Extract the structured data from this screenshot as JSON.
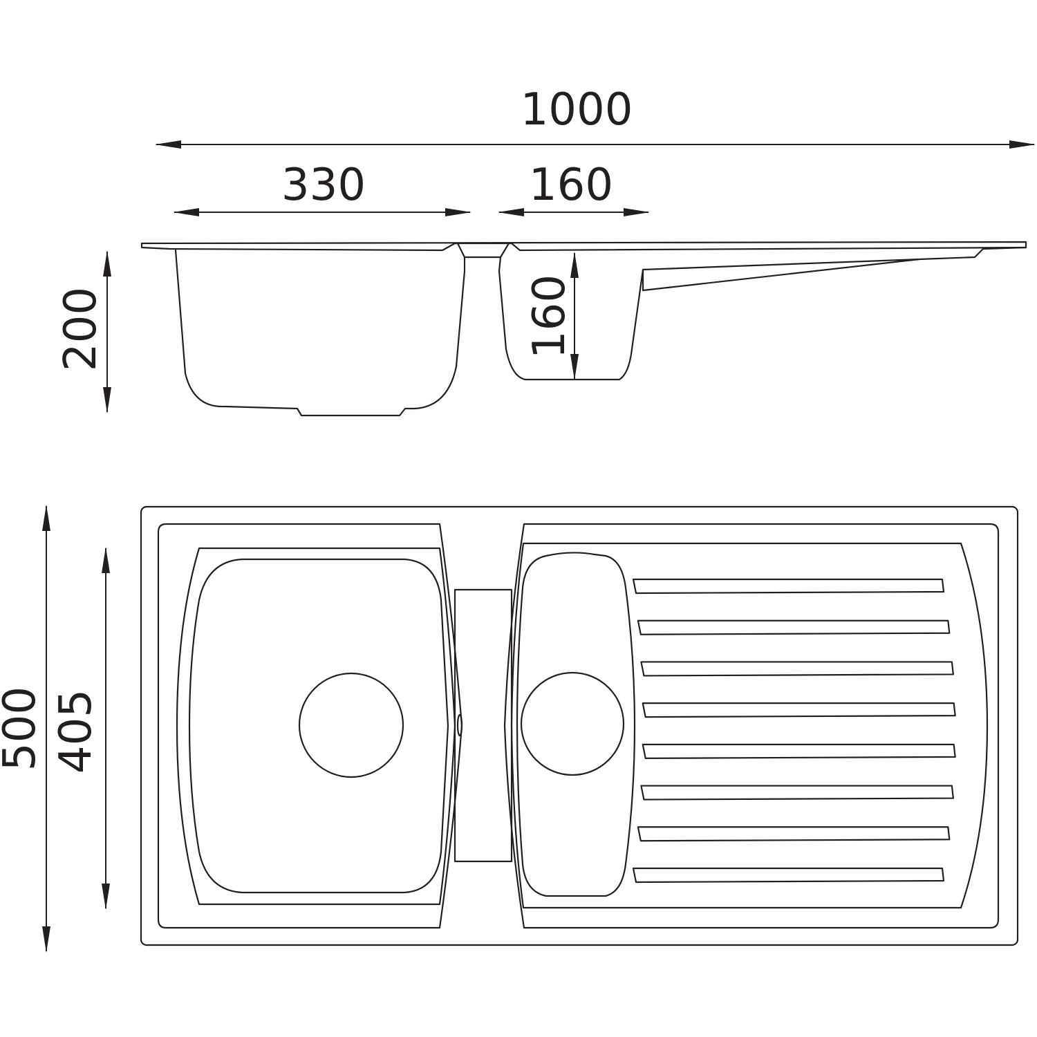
{
  "dimensions": {
    "overall_length": "1000",
    "main_bowl_width": "330",
    "half_bowl_width": "160",
    "main_bowl_depth": "200",
    "half_bowl_depth": "160",
    "overall_width": "500",
    "inner_width": "405"
  },
  "drainer_ribs": 8,
  "colors": {
    "line": "#231f20",
    "background": "#ffffff"
  }
}
